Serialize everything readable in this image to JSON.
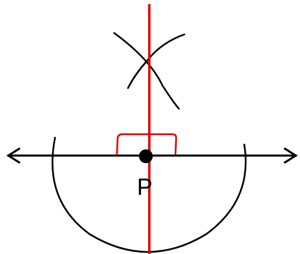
{
  "diagram": {
    "point_label": "P",
    "colors": {
      "construction_ink": "#000000",
      "perpendicular_line": "#e00000",
      "right_angle_mark": "#e00000",
      "background": "#ffffff"
    },
    "elements": [
      "horizontal-line-with-arrows",
      "semicircle-arc-below",
      "intersecting-arcs-above",
      "perpendicular-red-line",
      "right-angle-bracket",
      "point-p-dot"
    ]
  }
}
